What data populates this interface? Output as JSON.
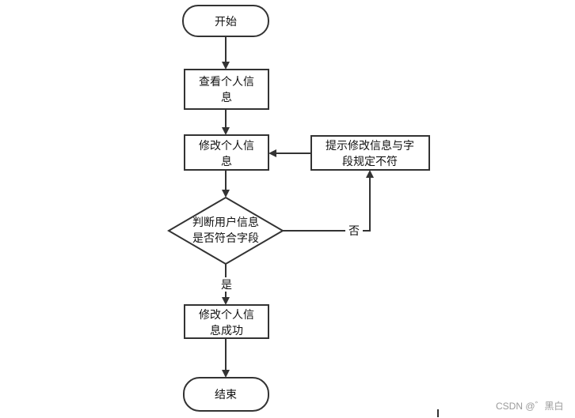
{
  "diagram": {
    "colors": {
      "stroke": "#333333",
      "fill": "#ffffff",
      "text": "#111111"
    },
    "nodes": {
      "start": {
        "label": "开始"
      },
      "view_info": {
        "line1": "查看个人信",
        "line2": "息"
      },
      "modify_info": {
        "line1": "修改个人信",
        "line2": "息"
      },
      "check": {
        "line1": "判断用户信息",
        "line2": "是否符合字段"
      },
      "prompt": {
        "line1": "提示修改信息与字",
        "line2": "段规定不符"
      },
      "success": {
        "line1": "修改个人信",
        "line2": "息成功"
      },
      "end": {
        "label": "结束"
      }
    },
    "edge_labels": {
      "no": "否",
      "yes": "是"
    }
  },
  "watermark": "CSDN @゛黑白"
}
